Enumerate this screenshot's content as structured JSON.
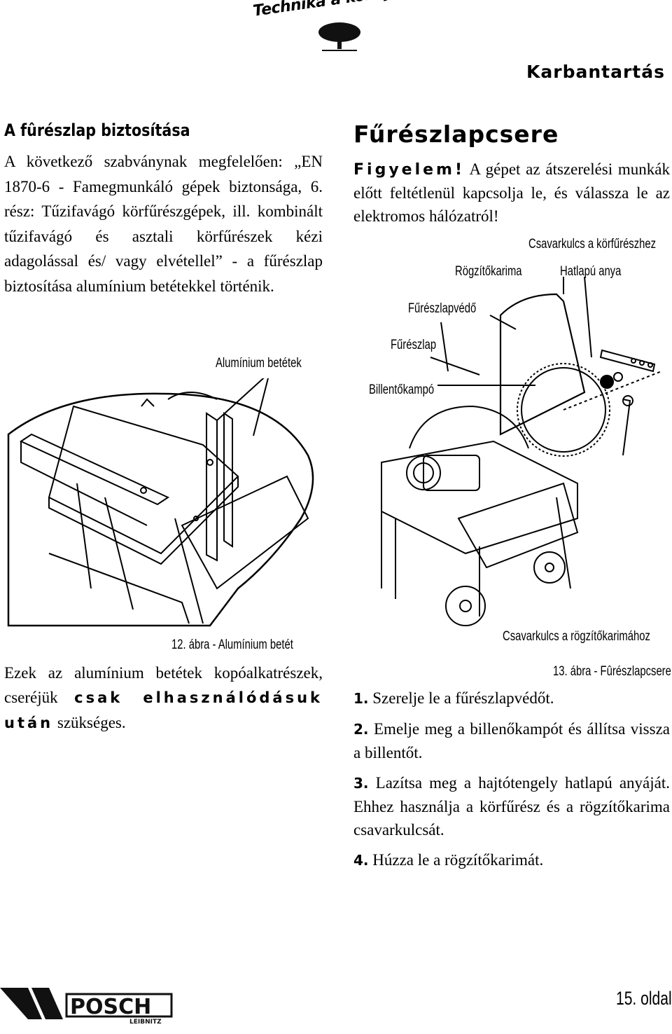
{
  "header": {
    "brand": "Technika a környezetünkért",
    "section": "Karbantartás"
  },
  "left": {
    "heading": "A fûrészlap biztosítása",
    "paragraph": "A következő szabványnak megfelelően: „EN 1870-6 - Famegmunkáló gépek biztonsága, 6. rész: Tűzifavágó körfűrészgépek, ill. kombinált tűzifavágó és asztali körfűrészek kézi adagolással és/ vagy elvétellel” - a fűrészlap biztosítása alumínium betétekkel történik.",
    "figure_label": "Alumínium betétek",
    "figure_caption": "12. ábra - Alumínium betét",
    "note_start": "Ezek az alumínium betétek kopóalkatrészek, cseréjük",
    "note_emph": "csak elhasználódásuk után",
    "note_end": "szükséges."
  },
  "right": {
    "heading": "Fűrészlapcsere",
    "warning_word": "Figyelem!",
    "warning_text": "A gépet az átszerelési munkák előtt feltétlenül kapcsolja le, és válassza le az elektromos hálózatról!",
    "labels": {
      "wrench_blade": "Csavarkulcs a körfűrészhez",
      "flange": "Rögzítőkarima",
      "hex_nut": "Hatlapú anya",
      "guard": "Fűrészlapvédő",
      "blade": "Fűrészlap",
      "hook": "Billentőkampó",
      "wrench_flange": "Csavarkulcs a rögzítőkarimához"
    },
    "figure_caption": "13. ábra - Fûrészlapcsere - E",
    "steps": [
      {
        "num": "1.",
        "text": "Szerelje le a fűrészlapvédőt."
      },
      {
        "num": "2.",
        "text": "Emelje meg a billenőkampót és állítsa vissza a billentőt."
      },
      {
        "num": "3.",
        "text": "Lazítsa meg a hajtótengely hatlapú anyáját. Ehhez használja a körfűrész és a rögzítőkarima csavarkulcsát."
      },
      {
        "num": "4.",
        "text": "Húzza le a rögzítőkarimát."
      }
    ]
  },
  "footer": {
    "logo_text": "POSCH",
    "logo_sub": "LEIBNITZ",
    "page": "15. oldal"
  }
}
